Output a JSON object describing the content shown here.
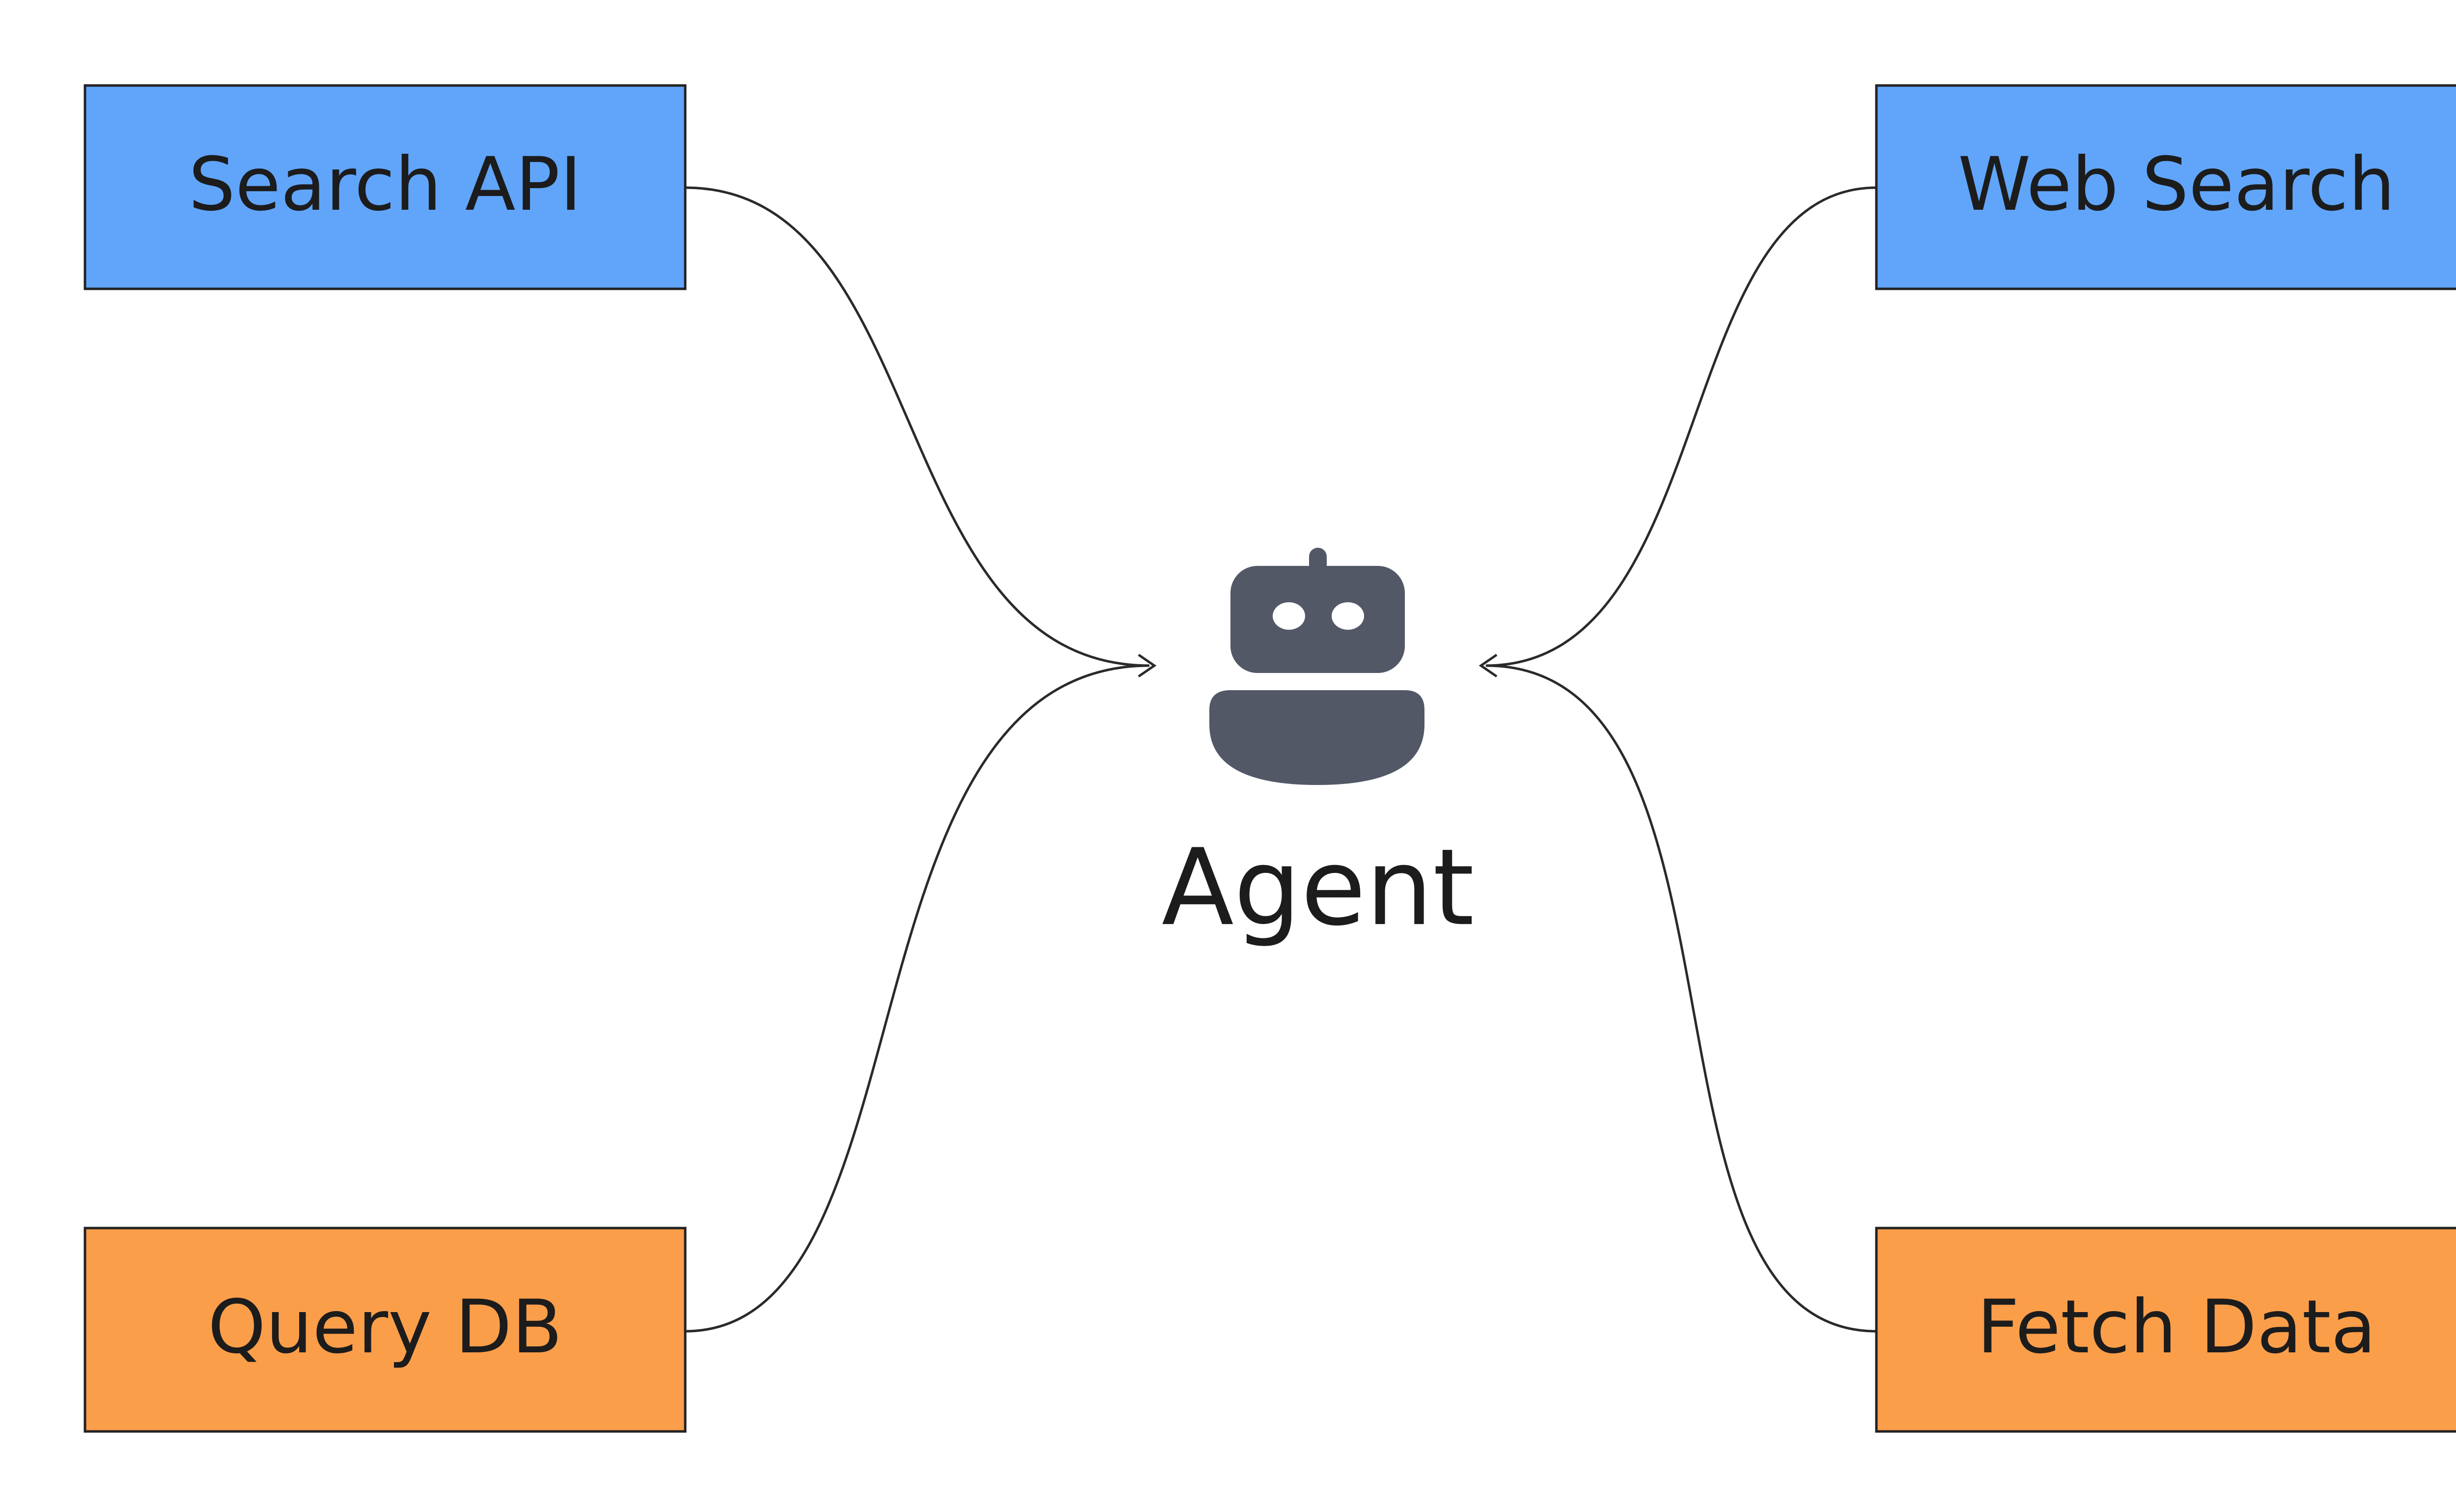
{
  "colors": {
    "tool_blue": "#60a5fa",
    "tool_orange": "#fb9e4a",
    "agent_icon": "#535867",
    "edge": "#2a2a2a"
  },
  "nodes": {
    "search_api": {
      "label": "Search API",
      "color": "#60a5fa"
    },
    "web_search": {
      "label": "Web Search",
      "color": "#60a5fa"
    },
    "query_db": {
      "label": "Query DB",
      "color": "#fb9e4a"
    },
    "fetch_data": {
      "label": "Fetch Data",
      "color": "#fb9e4a"
    }
  },
  "agent": {
    "label": "Agent",
    "icon": "robot-icon"
  },
  "edges": [
    {
      "from": "Search API",
      "to": "Agent"
    },
    {
      "from": "Web Search",
      "to": "Agent"
    },
    {
      "from": "Query DB",
      "to": "Agent"
    },
    {
      "from": "Fetch Data",
      "to": "Agent"
    }
  ]
}
